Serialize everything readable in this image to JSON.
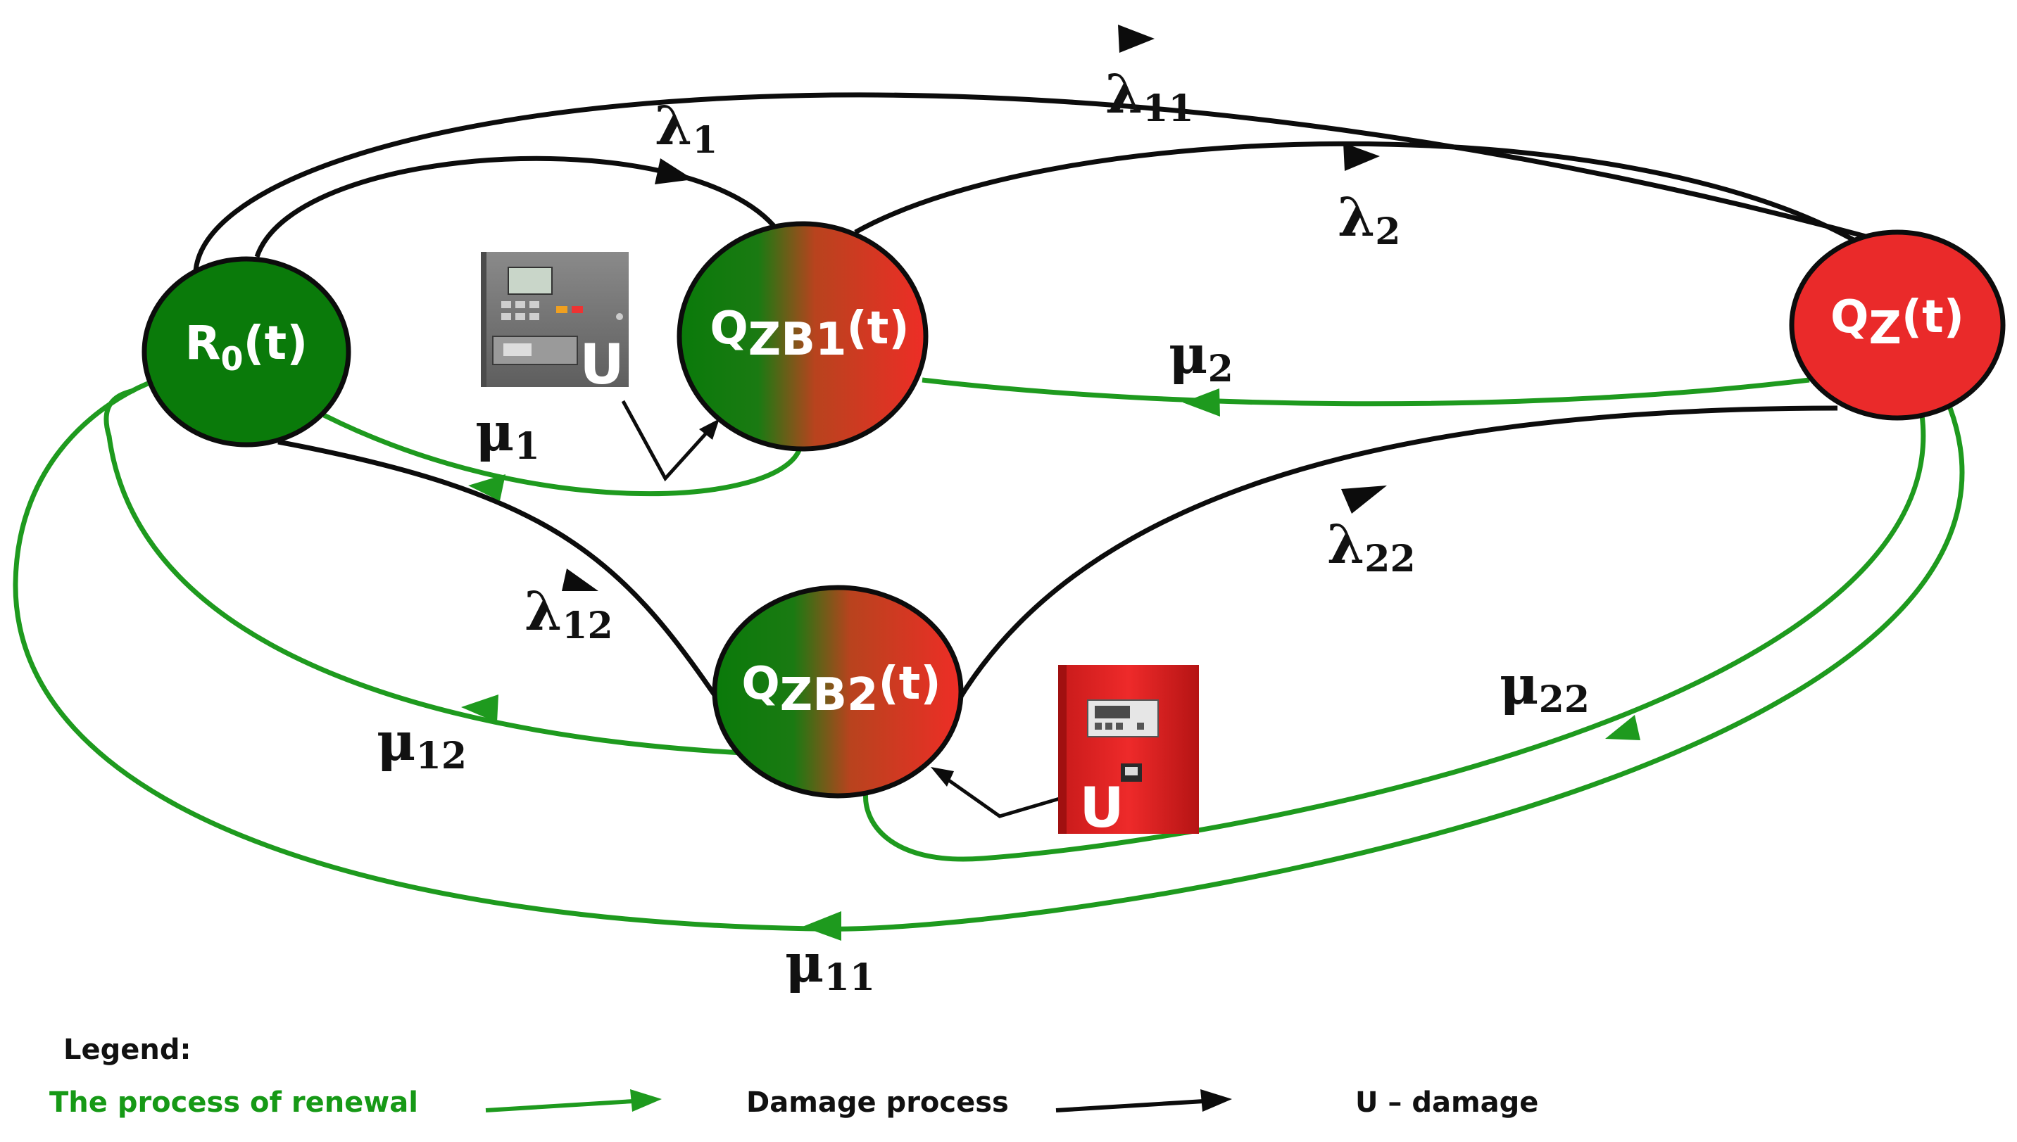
{
  "states": {
    "r0": {
      "main": "R",
      "sub": "0",
      "suffix": "(t)"
    },
    "qzb1": {
      "main": "Q",
      "sub": "ZB1",
      "suffix": "(t)"
    },
    "qzb2": {
      "main": "Q",
      "sub": "ZB2",
      "suffix": "(t)"
    },
    "qz": {
      "main": "Q",
      "sub": "Z",
      "suffix": "(t)"
    }
  },
  "rates": {
    "lambda11": {
      "sym": "λ",
      "sub": "11"
    },
    "lambda1": {
      "sym": "λ",
      "sub": "1"
    },
    "lambda2": {
      "sym": "λ",
      "sub": "2"
    },
    "lambda12": {
      "sym": "λ",
      "sub": "12"
    },
    "lambda22": {
      "sym": "λ",
      "sub": "22"
    },
    "mu1": {
      "sym": "μ",
      "sub": "1"
    },
    "mu2": {
      "sym": "μ",
      "sub": "2"
    },
    "mu12": {
      "sym": "μ",
      "sub": "12"
    },
    "mu22": {
      "sym": "μ",
      "sub": "22"
    },
    "mu11": {
      "sym": "μ",
      "sub": "11"
    }
  },
  "devices": {
    "panel1_mark": "U",
    "panel2_mark": "U"
  },
  "legend": {
    "title": "Legend:",
    "renewal": "The process of renewal",
    "damage": "Damage process",
    "u_damage": "U – damage"
  },
  "colors": {
    "green": "#0a7a0a",
    "red": "#e32626",
    "renewal_line": "#1e9a1e",
    "damage_line": "#0c0c0c",
    "legend_green": "#169916"
  }
}
